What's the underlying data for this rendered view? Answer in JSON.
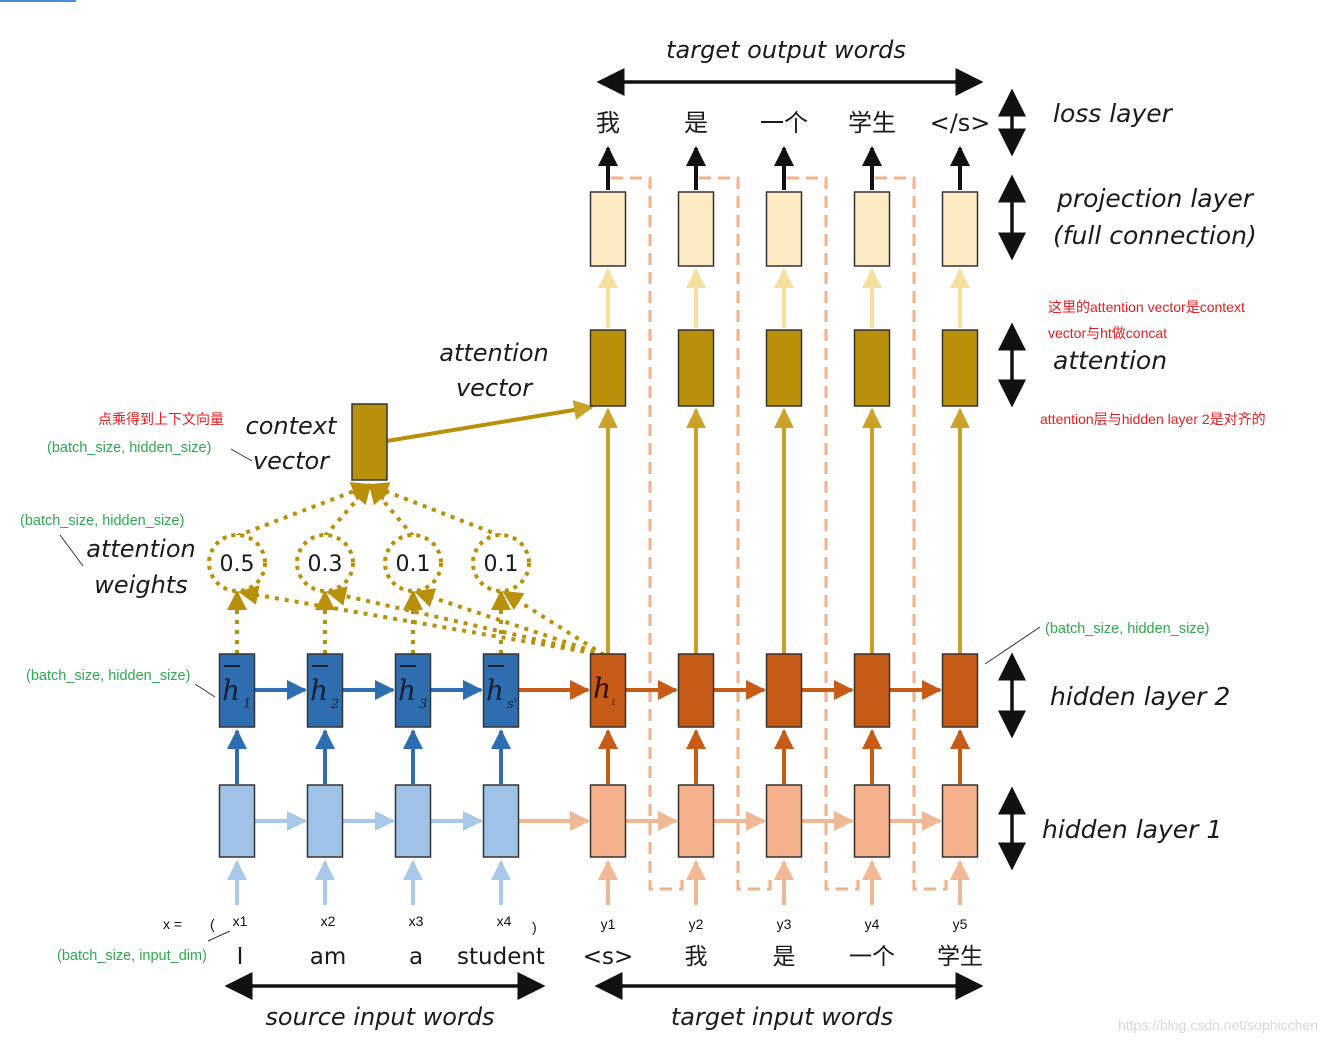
{
  "labels": {
    "target_output_words": "target output words",
    "loss_layer": "loss layer",
    "projection_layer": "projection layer",
    "full_connection": "(full connection)",
    "attention": "attention",
    "attention_vector_1": "attention",
    "attention_vector_2": "vector",
    "context_vector_1": "context",
    "context_vector_2": "vector",
    "attention_weights_1": "attention",
    "attention_weights_2": "weights",
    "hidden_layer_2": "hidden layer 2",
    "hidden_layer_1": "hidden layer 1",
    "source_input_words": "source input words",
    "target_input_words": "target input words"
  },
  "annotations": {
    "red_attention_note_1": "这里的attention vector是context",
    "red_attention_note_2": "vector与ht做concat",
    "red_align_note": "attention层与hidden layer 2是对齐的",
    "red_dot_note": "点乘得到上下文向量",
    "green_context": "(batch_size, hidden_size)",
    "green_weights": "(batch_size, hidden_size)",
    "green_hidden_src": "(batch_size, hidden_size)",
    "green_hidden_tgt": "(batch_size, hidden_size)",
    "green_input": "(batch_size, input_dim)"
  },
  "output_words": [
    "我",
    "是",
    "一个",
    "学生",
    "</s>"
  ],
  "source_words": [
    "I",
    "am",
    "a",
    "student"
  ],
  "target_input_words": [
    "<s>",
    "我",
    "是",
    "一个",
    "学生"
  ],
  "x_labels": {
    "prefix": "x =",
    "open": "(",
    "close": ")",
    "items": [
      "x1",
      "x2",
      "x3",
      "x4"
    ]
  },
  "y_labels": [
    "y1",
    "y2",
    "y3",
    "y4",
    "y5"
  ],
  "weights": [
    "0.5",
    "0.3",
    "0.1",
    "0.1"
  ],
  "encoder_hidden": [
    {
      "sym": "h",
      "sub": "1"
    },
    {
      "sym": "h",
      "sub": "2"
    },
    {
      "sym": "h",
      "sub": "3"
    },
    {
      "sym": "h",
      "sub": "s'"
    }
  ],
  "decoder_first_hidden": {
    "sym": "h",
    "sub": "t"
  },
  "watermark": "https://blog.csdn.net/sophicchen",
  "colors": {
    "enc_dark": "#2e6eb0",
    "enc_light": "#9fc3e8",
    "enc_arrow_light": "#a9c9e8",
    "dec_dark": "#c65a17",
    "dec_light": "#f3b08a",
    "dec_arrow_light": "#f0b894",
    "gold": "#b8900a",
    "gold_light": "#c9a227",
    "cream": "#fdebc5",
    "cream_arrow": "#f7dfa0"
  }
}
